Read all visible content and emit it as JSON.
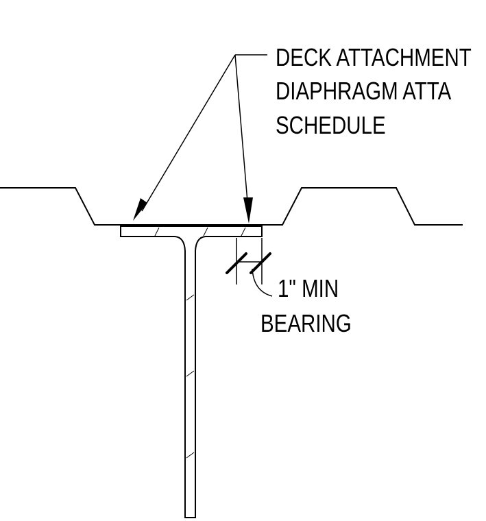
{
  "callout_main": {
    "lines": [
      "DECK ATTACHMENT",
      "DIAPHRAGM ATTA",
      "SCHEDULE"
    ]
  },
  "callout_bearing": {
    "lines": [
      "1\" MIN",
      "BEARING"
    ]
  },
  "colors": {
    "line": "#000000",
    "background": "#ffffff"
  }
}
